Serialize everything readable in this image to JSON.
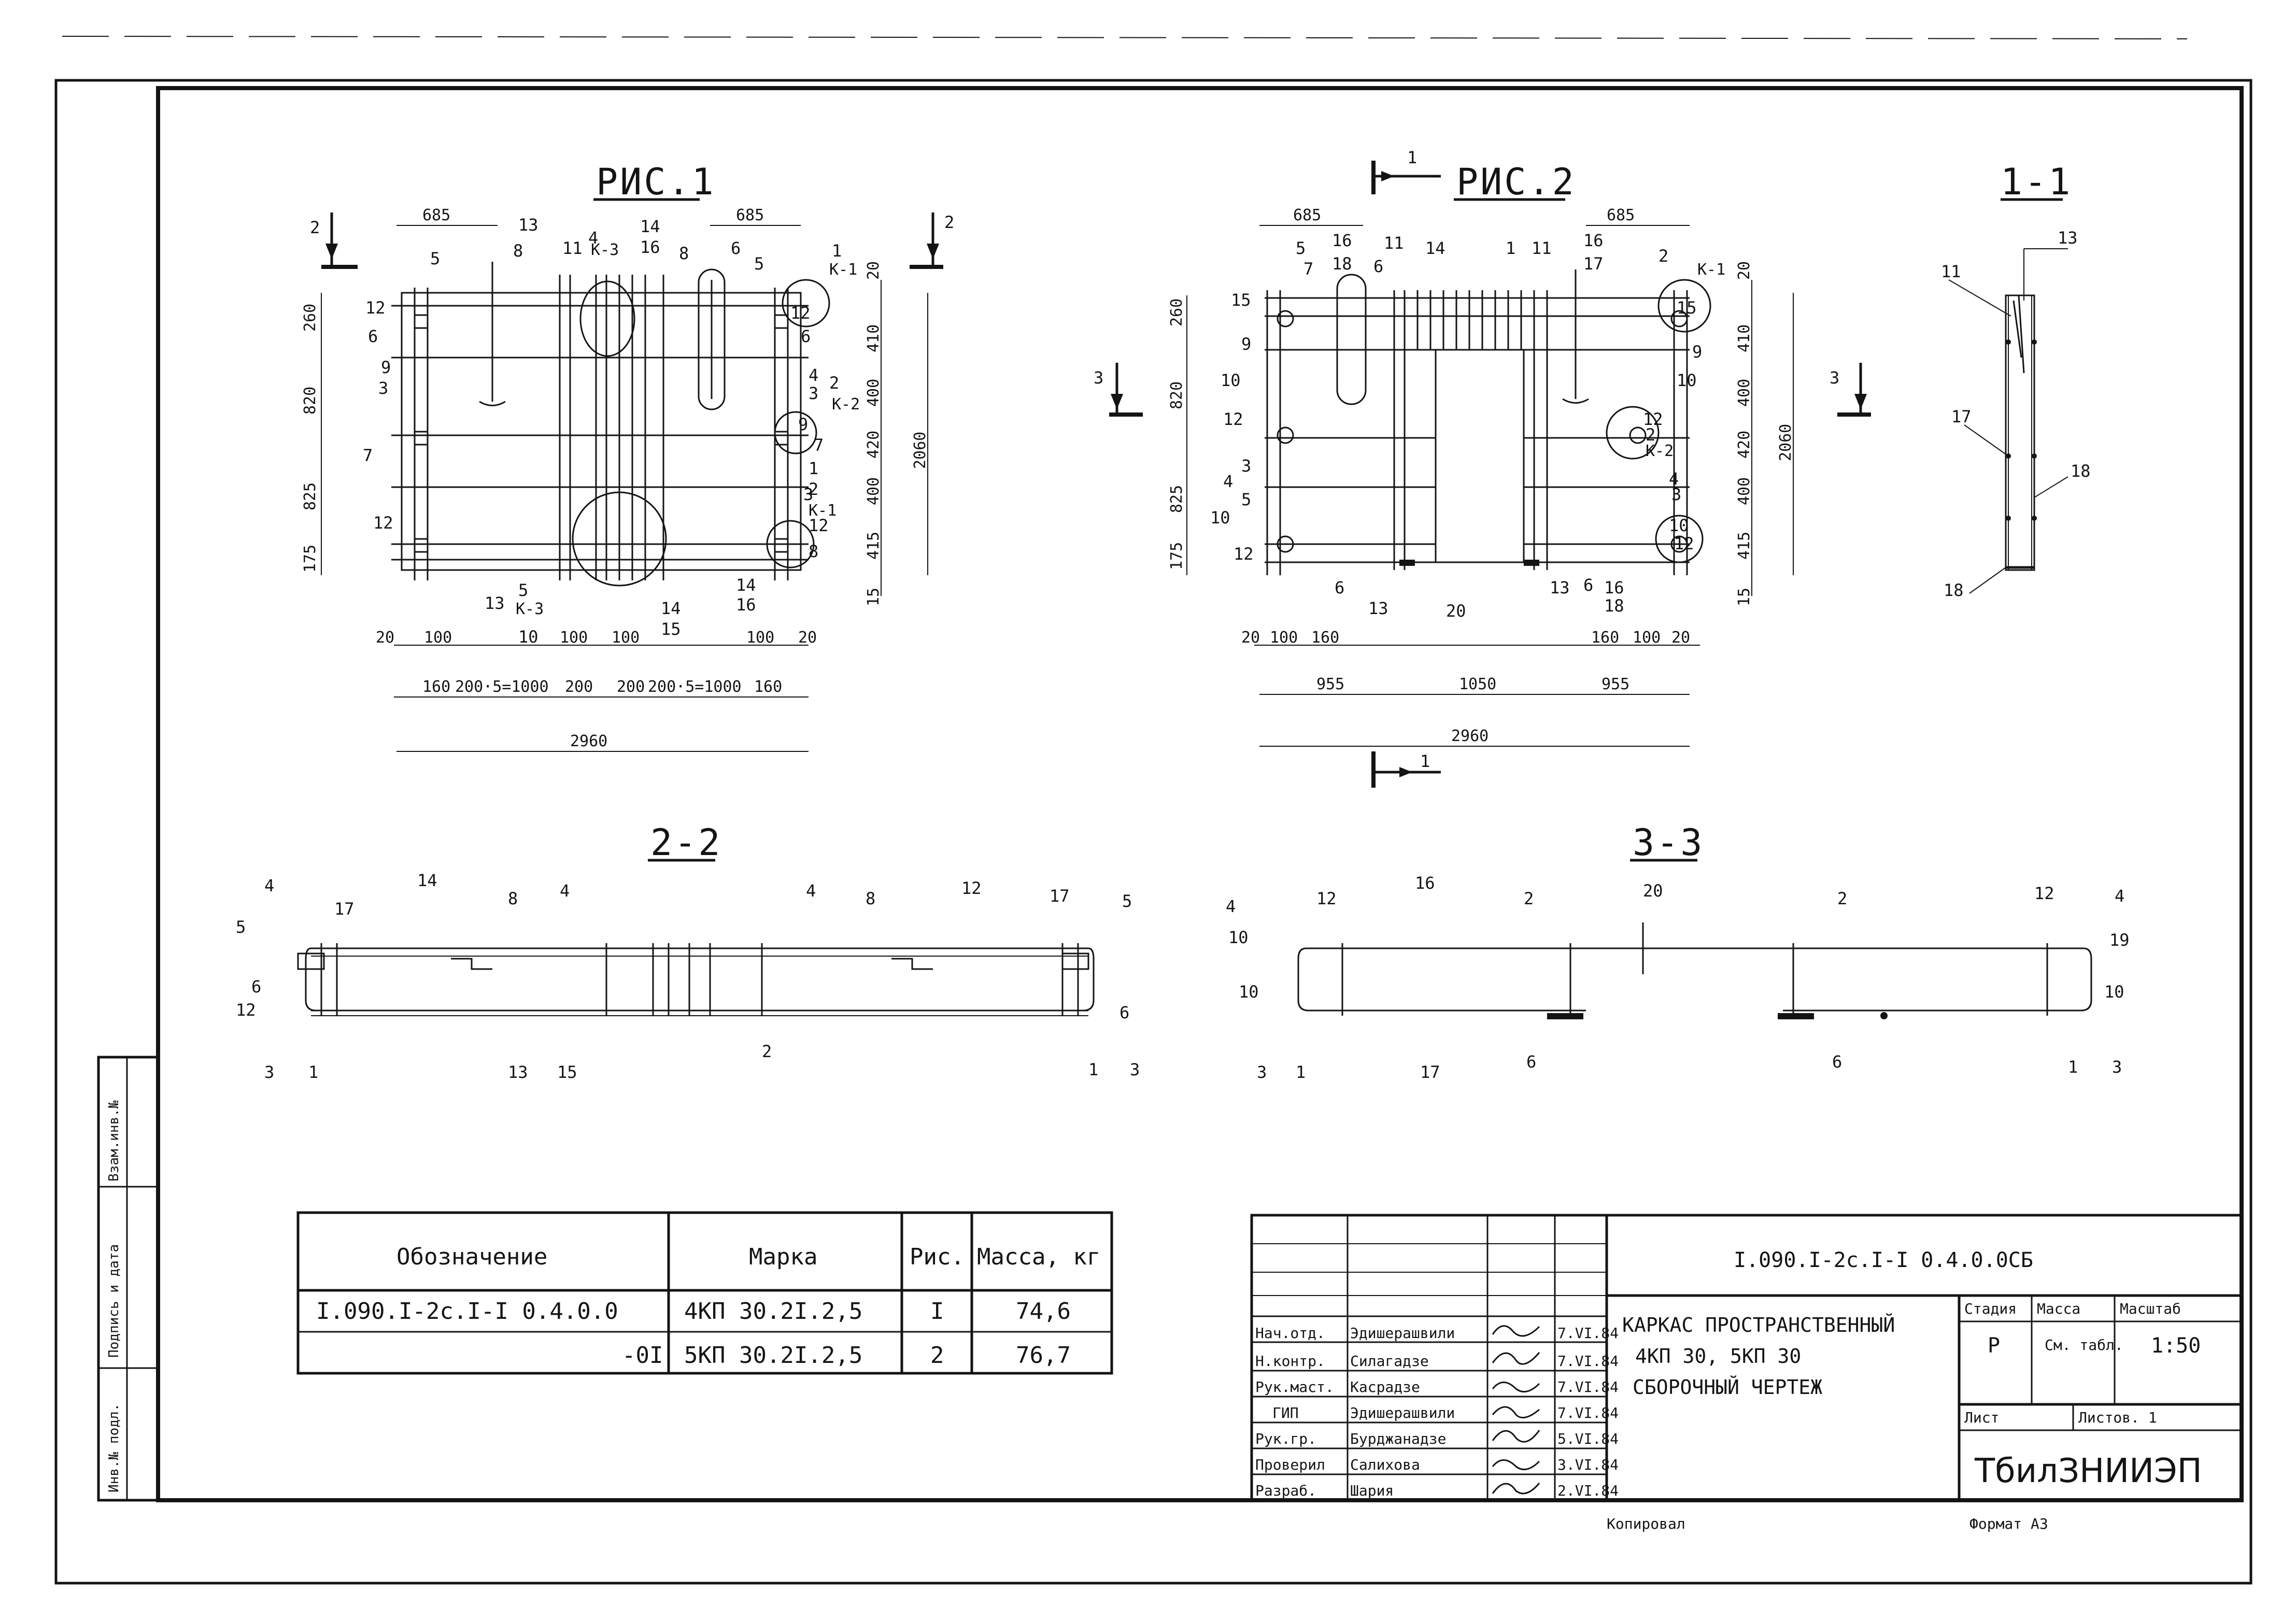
{
  "figures": {
    "fig1_title": "РИС.1",
    "fig2_title": "РИС.2",
    "sec11_title": "1-1",
    "sec22_title": "2-2",
    "sec33_title": "3-3",
    "cut_marks": {
      "m1": "1",
      "m2": "2",
      "m3": "3"
    }
  },
  "fig1": {
    "dims_top": [
      "685",
      "685"
    ],
    "dims_left": [
      "260",
      "820",
      "825",
      "175"
    ],
    "dims_right": [
      "20",
      "410",
      "400",
      "420",
      "400",
      "415",
      "15"
    ],
    "overall_height": "2060",
    "dims_bottom_1": [
      "20",
      "100",
      "100",
      "100",
      "100",
      "20"
    ],
    "dims_bottom_2": [
      "160",
      "200·5=1000",
      "200",
      "200",
      "200·5=1000",
      "160"
    ],
    "overall_width": "2960",
    "labels": [
      "13",
      "5",
      "8",
      "11",
      "4",
      "14",
      "16",
      "8",
      "6",
      "5",
      "1",
      "12",
      "6",
      "4",
      "3",
      "9",
      "7",
      "1",
      "12",
      "8",
      "2",
      "3",
      "2",
      "9",
      "7",
      "12",
      "3",
      "12",
      "6",
      "13",
      "5",
      "10",
      "14",
      "15",
      "14",
      "16",
      "К-3",
      "К-1",
      "К-2",
      "К-3",
      "К-1"
    ]
  },
  "fig2": {
    "dims_top": [
      "685",
      "685"
    ],
    "dims_left": [
      "260",
      "820",
      "825",
      "175"
    ],
    "dims_right": [
      "20",
      "410",
      "400",
      "420",
      "400",
      "415",
      "15"
    ],
    "overall_height": "2060",
    "dims_bottom_1": [
      "20",
      "100",
      "160",
      "160",
      "100",
      "20"
    ],
    "dims_bottom_2": [
      "955",
      "1050",
      "955"
    ],
    "overall_width": "2960",
    "labels": [
      "5",
      "7",
      "16",
      "11",
      "14",
      "1",
      "11",
      "16",
      "2",
      "18",
      "6",
      "17",
      "15",
      "9",
      "15",
      "10",
      "9",
      "12",
      "10",
      "12",
      "4",
      "3",
      "4",
      "5",
      "3",
      "10",
      "10",
      "12",
      "12",
      "6",
      "13",
      "20",
      "13",
      "6",
      "16",
      "18",
      "2",
      "К-1",
      "К-2"
    ]
  },
  "sec11": {
    "labels": [
      "11",
      "13",
      "17",
      "18",
      "18"
    ]
  },
  "sec22": {
    "labels": [
      "4",
      "17",
      "14",
      "8",
      "4",
      "4",
      "8",
      "12",
      "17",
      "5",
      "5",
      "6",
      "12",
      "3",
      "1",
      "13",
      "15",
      "2",
      "1",
      "3",
      "6"
    ]
  },
  "sec33": {
    "labels": [
      "4",
      "12",
      "16",
      "2",
      "20",
      "2",
      "12",
      "4",
      "10",
      "19",
      "10",
      "10",
      "3",
      "1",
      "17",
      "6",
      "6",
      "1",
      "3"
    ]
  },
  "spec_table": {
    "headers": [
      "Обозначение",
      "Марка",
      "Рис.",
      "Масса, кг"
    ],
    "rows": [
      [
        "I.090.I-2с.I-I 0.4.0.0",
        "4КП 30.2I.2,5",
        "I",
        "74,6"
      ],
      [
        "-0I",
        "5КП 30.2I.2,5",
        "2",
        "76,7"
      ]
    ]
  },
  "title_block": {
    "doc_code": "I.090.I-2с.I-I 0.4.0.0СБ",
    "name_lines": [
      "КАРКАС ПРОСТРАНСТВЕННЫЙ",
      "4КП 30,  5КП 30",
      "СБОРОЧНЫЙ  ЧЕРТЕЖ"
    ],
    "stage_header": "Стадия",
    "mass_header": "Масса",
    "scale_header": "Масштаб",
    "stage": "Р",
    "mass_value": "См. табл.",
    "scale": "1:50",
    "sheet_label": "Лист",
    "sheets_label": "Листов. 1",
    "org": "ТбилЗНИИЭП",
    "signatures": [
      {
        "role": "Нач.отд.",
        "name": "Эдишерашвили",
        "date": "7.VI.84"
      },
      {
        "role": "Н.контр.",
        "name": "Силагадзе",
        "date": "7.VI.84"
      },
      {
        "role": "Рук.маст.",
        "name": "Касрадзе",
        "date": "7.VI.84"
      },
      {
        "role": "ГИП",
        "name": "Эдишерашвили",
        "date": "7.VI.84"
      },
      {
        "role": "Рук.гр.",
        "name": "Бурджанадзе",
        "date": "5.VI.84"
      },
      {
        "role": "Проверил",
        "name": "Салихова",
        "date": "3.VI.84"
      },
      {
        "role": "Разраб.",
        "name": "Шария",
        "date": "2.VI.84"
      }
    ]
  },
  "side_stamp": [
    "Инв.№ подл.",
    "Подпись и дата",
    "Взам.инв.№"
  ],
  "footer": {
    "copied": "Копировал",
    "format": "Формат А3"
  }
}
